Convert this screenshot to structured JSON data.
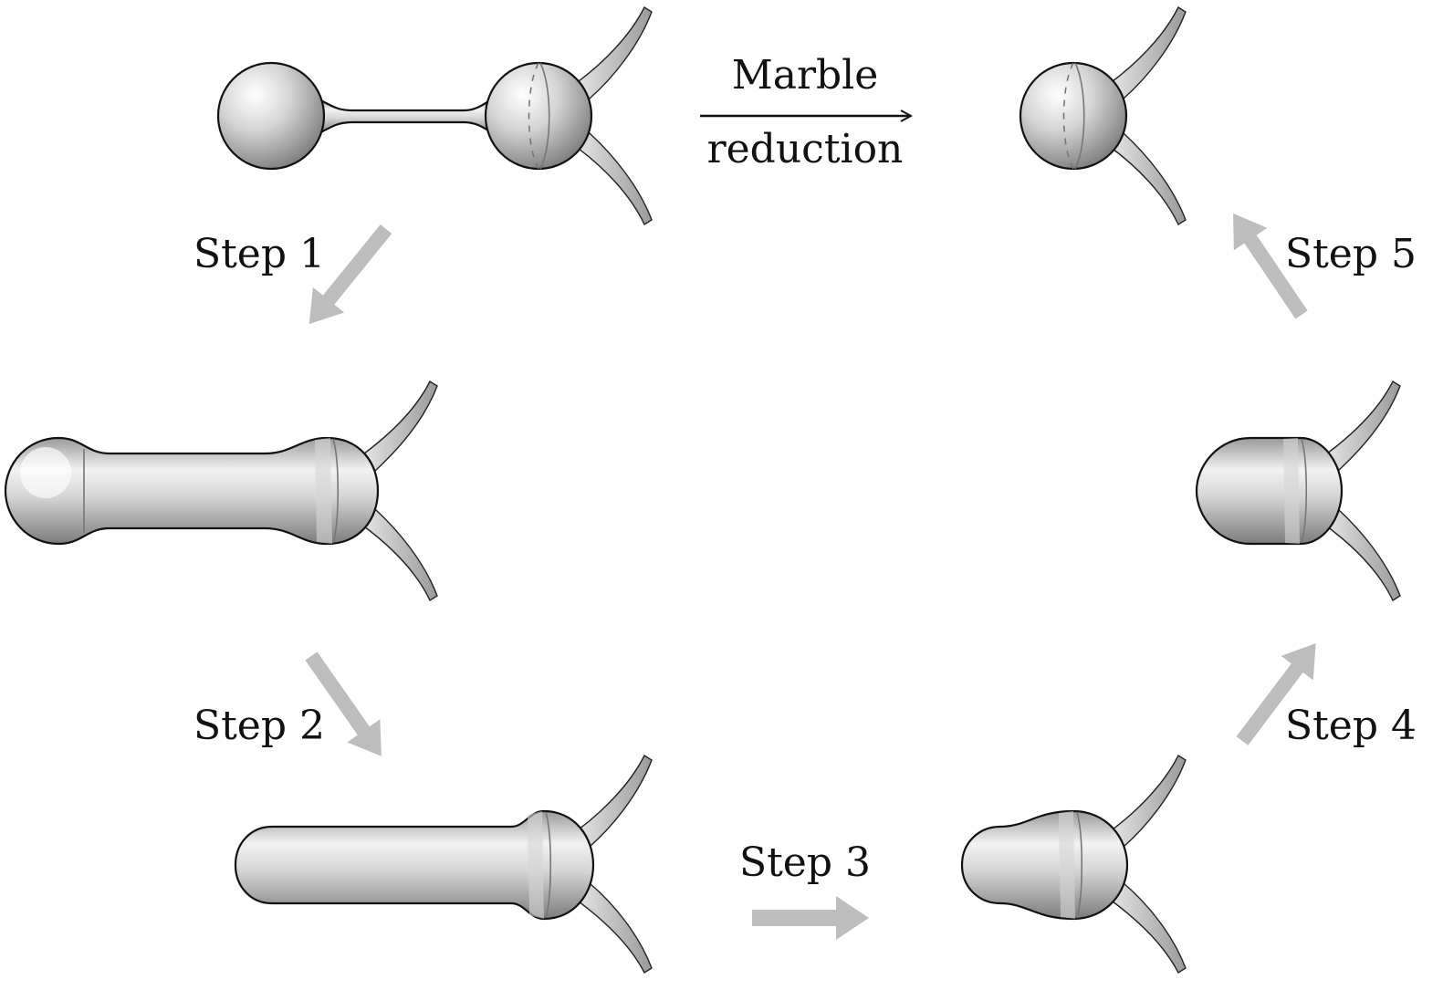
{
  "diagram": {
    "main_arrow": {
      "line1": "Marble",
      "line2": "reduction"
    },
    "steps": [
      {
        "id": "step1",
        "label": "Step 1"
      },
      {
        "id": "step2",
        "label": "Step 2"
      },
      {
        "id": "step3",
        "label": "Step 3"
      },
      {
        "id": "step4",
        "label": "Step 4"
      },
      {
        "id": "step5",
        "label": "Step 5"
      }
    ],
    "colors": {
      "step_arrow": "#bdbdbd",
      "outline": "#111111",
      "shade_light": "#ffffff",
      "shade_dark": "#8e8e8e"
    }
  }
}
